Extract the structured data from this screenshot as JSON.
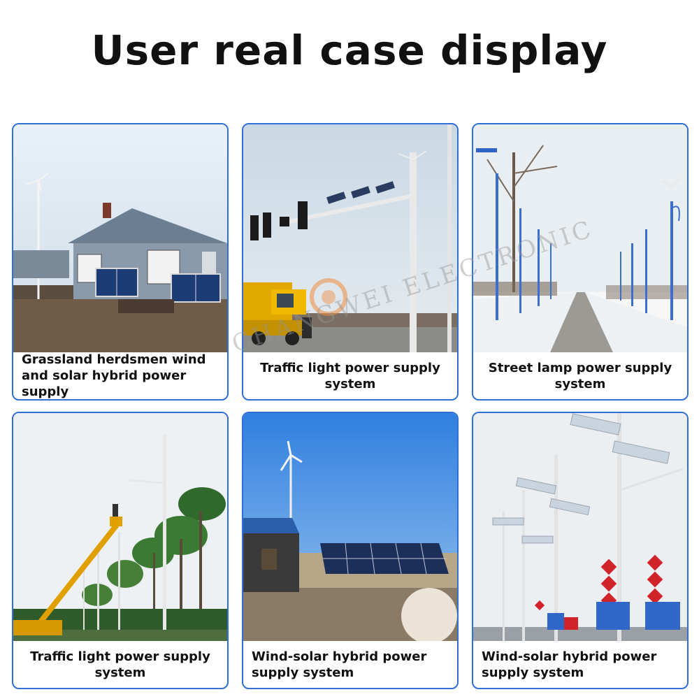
{
  "title": "User real case display",
  "watermark": "CHANGWEI ELECTRONIC",
  "cases": [
    {
      "caption": "Grassland herdsmen wind and solar hybrid power supply"
    },
    {
      "caption": "Traffic light power supply system"
    },
    {
      "caption": "Street lamp power supply system"
    },
    {
      "caption": "Traffic light power supply system"
    },
    {
      "caption": "Wind-solar hybrid power supply system"
    },
    {
      "caption": "Wind-solar hybrid power supply system"
    }
  ],
  "colors": {
    "border": "#2f6fd6",
    "watermark_orange": "#f08a3c"
  }
}
